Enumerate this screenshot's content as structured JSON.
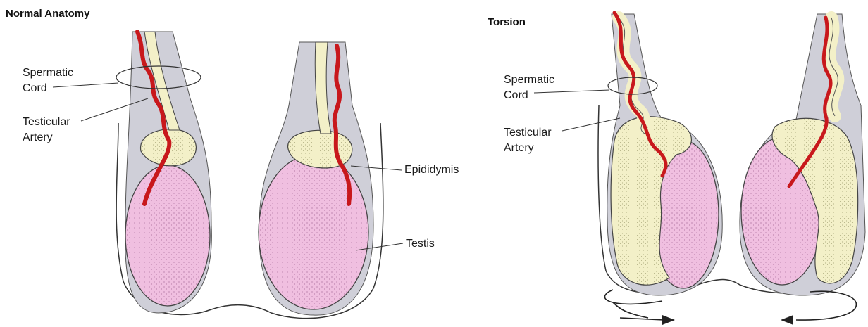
{
  "panels": {
    "normal": {
      "title": "Normal Anatomy",
      "labels": {
        "spermatic_cord_line1": "Spermatic",
        "spermatic_cord_line2": "Cord",
        "testicular_artery_line1": "Testicular",
        "testicular_artery_line2": "Artery",
        "epididymis": "Epididymis",
        "testis": "Testis"
      }
    },
    "torsion": {
      "title": "Torsion",
      "labels": {
        "spermatic_cord_line1": "Spermatic",
        "spermatic_cord_line2": "Cord",
        "testicular_artery_line1": "Testicular",
        "testicular_artery_line2": "Artery"
      }
    }
  },
  "colors": {
    "testis": "#f0bfe0",
    "epididymis": "#f3f0c8",
    "artery": "#c8181c",
    "sheath": "#cfcfd8",
    "outline": "#333333"
  }
}
